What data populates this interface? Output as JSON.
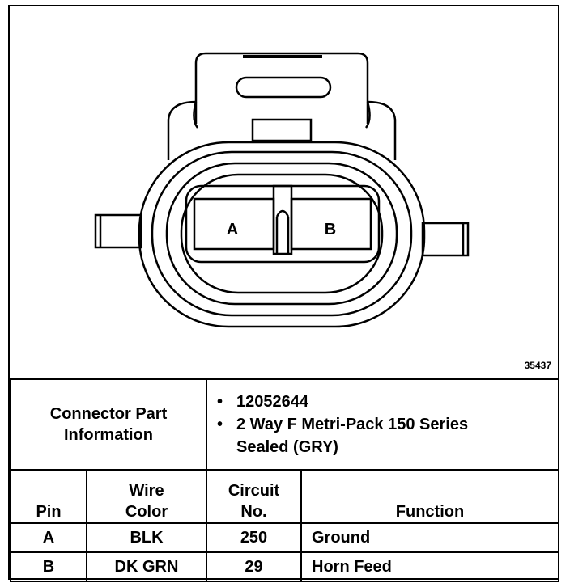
{
  "figure": {
    "number": "35437",
    "pin_labels": [
      "A",
      "B"
    ]
  },
  "connector_part_information": {
    "label_line1": "Connector Part",
    "label_line2": "Information",
    "items": [
      {
        "bullet": "•",
        "text_line1": "12052644",
        "text_line2": ""
      },
      {
        "bullet": "•",
        "text_line1": "2 Way F Metri-Pack 150 Series",
        "text_line2": "Sealed (GRY)"
      }
    ]
  },
  "table": {
    "headers": {
      "pin": "Pin",
      "wire_color_line1": "Wire",
      "wire_color_line2": "Color",
      "circuit_line1": "Circuit",
      "circuit_line2": "No.",
      "function": "Function"
    },
    "rows": [
      {
        "pin": "A",
        "wire_color": "BLK",
        "circuit": "250",
        "function": "Ground"
      },
      {
        "pin": "B",
        "wire_color": "DK GRN",
        "circuit": "29",
        "function": "Horn Feed"
      }
    ]
  }
}
